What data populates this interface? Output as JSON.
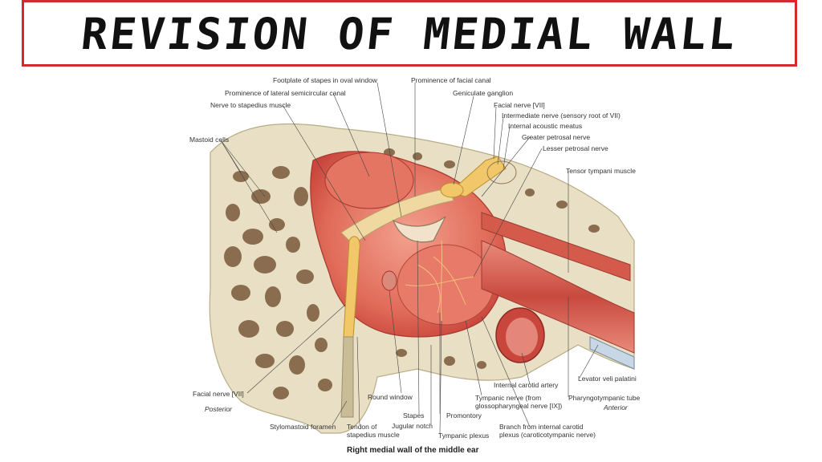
{
  "title": "REVISION OF MEDIAL WALL",
  "caption": "Right medial wall of the middle ear",
  "labels": {
    "footplate": "Footplate of stapes in oval window",
    "prom_facial": "Prominence of facial canal",
    "prom_lateral": "Prominence of lateral semicircular canal",
    "geniculate": "Geniculate ganglion",
    "nerve_stapedius": "Nerve to stapedius muscle",
    "facial_top": "Facial nerve [VII]",
    "intermediate": "Intermediate nerve (sensory root of VII)",
    "internal_acoustic": "Internal acoustic meatus",
    "mastoid": "Mastoid cells",
    "greater_petrosal": "Greater petrosal nerve",
    "lesser_petrosal": "Lesser petrosal nerve",
    "tensor": "Tensor tympani muscle",
    "levator": "Levator veli palatini",
    "pharyngo": "Pharyngotympanic tube",
    "anterior": "Anterior",
    "internal_carotid": "Internal carotid artery",
    "facial_bottom": "Facial nerve [VII]",
    "posterior": "Posterior",
    "round_window": "Round window",
    "tympanic_nerve": "Tympanic nerve (from\nglossopharyngeal nerve [IX])",
    "stapes": "Stapes",
    "jugular": "Jugular notch",
    "promontory": "Promontory",
    "stylomastoid": "Stylomastoid foramen",
    "tendon": "Tendon of\nstapedius muscle",
    "tympanic_plexus": "Tympanic plexus",
    "branch_ica": "Branch from internal carotid\nplexus (caroticotympanic nerve)"
  },
  "colors": {
    "title_border": "#d42a2a",
    "bone": "#e8dfc4",
    "cavity": "#e36a5c",
    "nerve": "#f2c76a"
  }
}
